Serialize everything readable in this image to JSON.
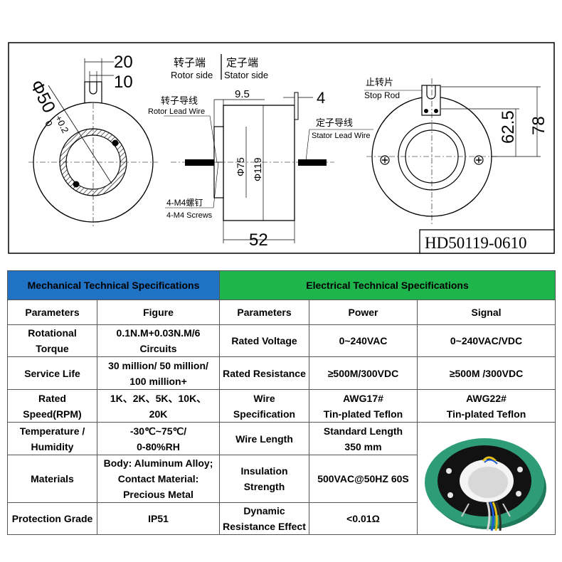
{
  "drawing": {
    "dim_20": "20",
    "dim_10": "10",
    "dim_diameter_50": "Φ50",
    "dim_tol_plus": "+0.2",
    "dim_tol_zero": "0",
    "rotor_end_cn": "转子端",
    "rotor_side": "Rotor side",
    "stator_end_cn": "定子端",
    "stator_side": "Stator side",
    "rotor_lead_cn": "转子导线",
    "rotor_lead_wire": "Rotor Lead Wire",
    "dim_9_5": "9.5",
    "dim_4": "4",
    "stator_lead_cn": "定子导线",
    "stator_lead_wire": "Stator Lead Wire",
    "dim_phi75": "Φ75",
    "dim_phi119": "Φ119",
    "screws_cn": "4-M4螺钉",
    "screws_en": "4-M4 Screws",
    "dim_52": "52",
    "stop_rod_cn": "止转片",
    "stop_rod": "Stop Rod",
    "dim_62_5": "62.5",
    "dim_78": "78",
    "model_number": "HD50119-0610"
  },
  "table": {
    "mech_title": "Mechanical Technical Specifications",
    "elec_title": "Electrical Technical Specifications",
    "headers": {
      "parameters_left": "Parameters",
      "figure": "Figure",
      "parameters_right": "Parameters",
      "power": "Power",
      "signal": "Signal"
    },
    "rows": [
      {
        "mparam": "Rotational\nTorque",
        "mvalue": "0.1N.M+0.03N.M/6\nCircuits",
        "eparam": "Rated Voltage",
        "power": "0~240VAC",
        "signal": "0~240VAC/VDC"
      },
      {
        "mparam": "Service Life",
        "mvalue": "30 million/ 50 million/\n100 million+",
        "eparam": "Rated Resistance",
        "power": "≥500M/300VDC",
        "signal": "≥500M /300VDC"
      },
      {
        "mparam": "Rated\nSpeed(RPM)",
        "mvalue": "1K、2K、5K、10K、\n20K",
        "eparam": "Wire\nSpecification",
        "power": "AWG17#\nTin-plated Teflon",
        "signal": "AWG22#\nTin-plated Teflon"
      },
      {
        "mparam": "Temperature /\nHumidity",
        "mvalue": "-30℃~75℃/\n0-80%RH",
        "eparam": "Wire Length",
        "power": "Standard Length\n350 mm"
      },
      {
        "mparam": "Materials",
        "mvalue": "Body: Aluminum Alloy;\nContact Material:\nPrecious Metal",
        "eparam": "Insulation\nStrength",
        "power": "500VAC@50HZ 60S"
      },
      {
        "mparam": "Protection Grade",
        "mvalue": "IP51",
        "eparam": "Dynamic\nResistance Effect",
        "power": "<0.01Ω"
      }
    ]
  },
  "colors": {
    "mech_header": "#1f72c4",
    "elec_header": "#1fb54d",
    "product_body": "#2e9c76"
  },
  "icons": [
    "screw-head-icon",
    "product-photo"
  ]
}
